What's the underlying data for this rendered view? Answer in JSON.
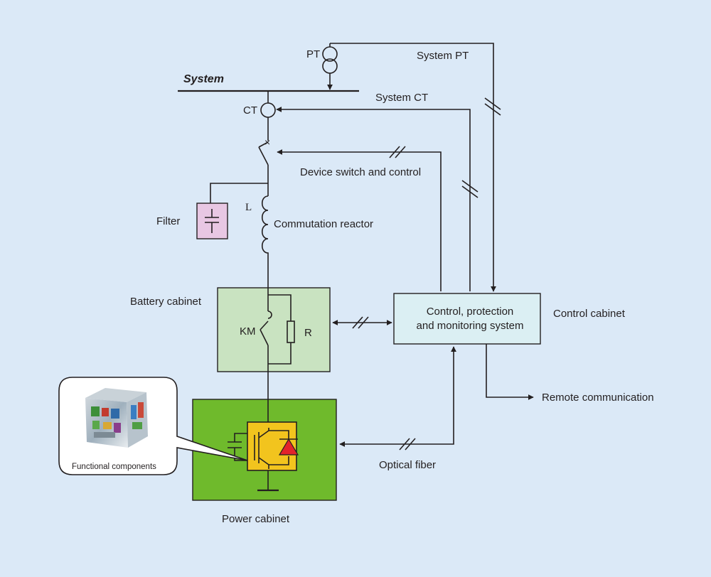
{
  "labels": {
    "system": "System",
    "pt": "PT",
    "system_pt": "System PT",
    "ct": "CT",
    "system_ct": "System CT",
    "device_switch": "Device switch and control",
    "l": "L",
    "filter": "Filter",
    "commutation_reactor": "Commutation reactor",
    "battery_cabinet": "Battery cabinet",
    "km": "KM",
    "r": "R",
    "control_line1": "Control, protection",
    "control_line2": "and monitoring system",
    "control_cabinet": "Control cabinet",
    "remote_communication": "Remote communication",
    "optical_fiber": "Optical fiber",
    "functional_components": "Functional components",
    "power_cabinet": "Power cabinet"
  },
  "colors": {
    "background": "#dbe9f7",
    "filter_box": "#e8c7e3",
    "battery_cabinet": "#c9e3c1",
    "control_box": "#dbeff3",
    "power_cabinet": "#6fba2c",
    "igbt_module": "#f2c41e",
    "diode": "#e3242b"
  }
}
